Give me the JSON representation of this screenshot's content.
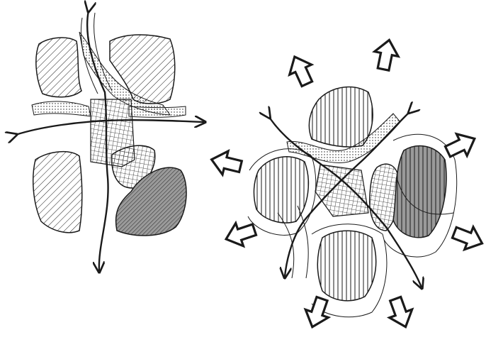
{
  "figure": {
    "panels": [
      {
        "id": "left",
        "subject": "compact-settlement-sketch"
      },
      {
        "id": "right",
        "subject": "dispersing-settlement-sketch"
      }
    ],
    "colors": {
      "ink": "#1a1a1a",
      "paper": "#ffffff",
      "dark_fill": "#9a9a9a",
      "light_fill": "#d6d6d6"
    },
    "arrow_icon": "hollow-block-arrow-icon",
    "arrow_count": 8
  }
}
